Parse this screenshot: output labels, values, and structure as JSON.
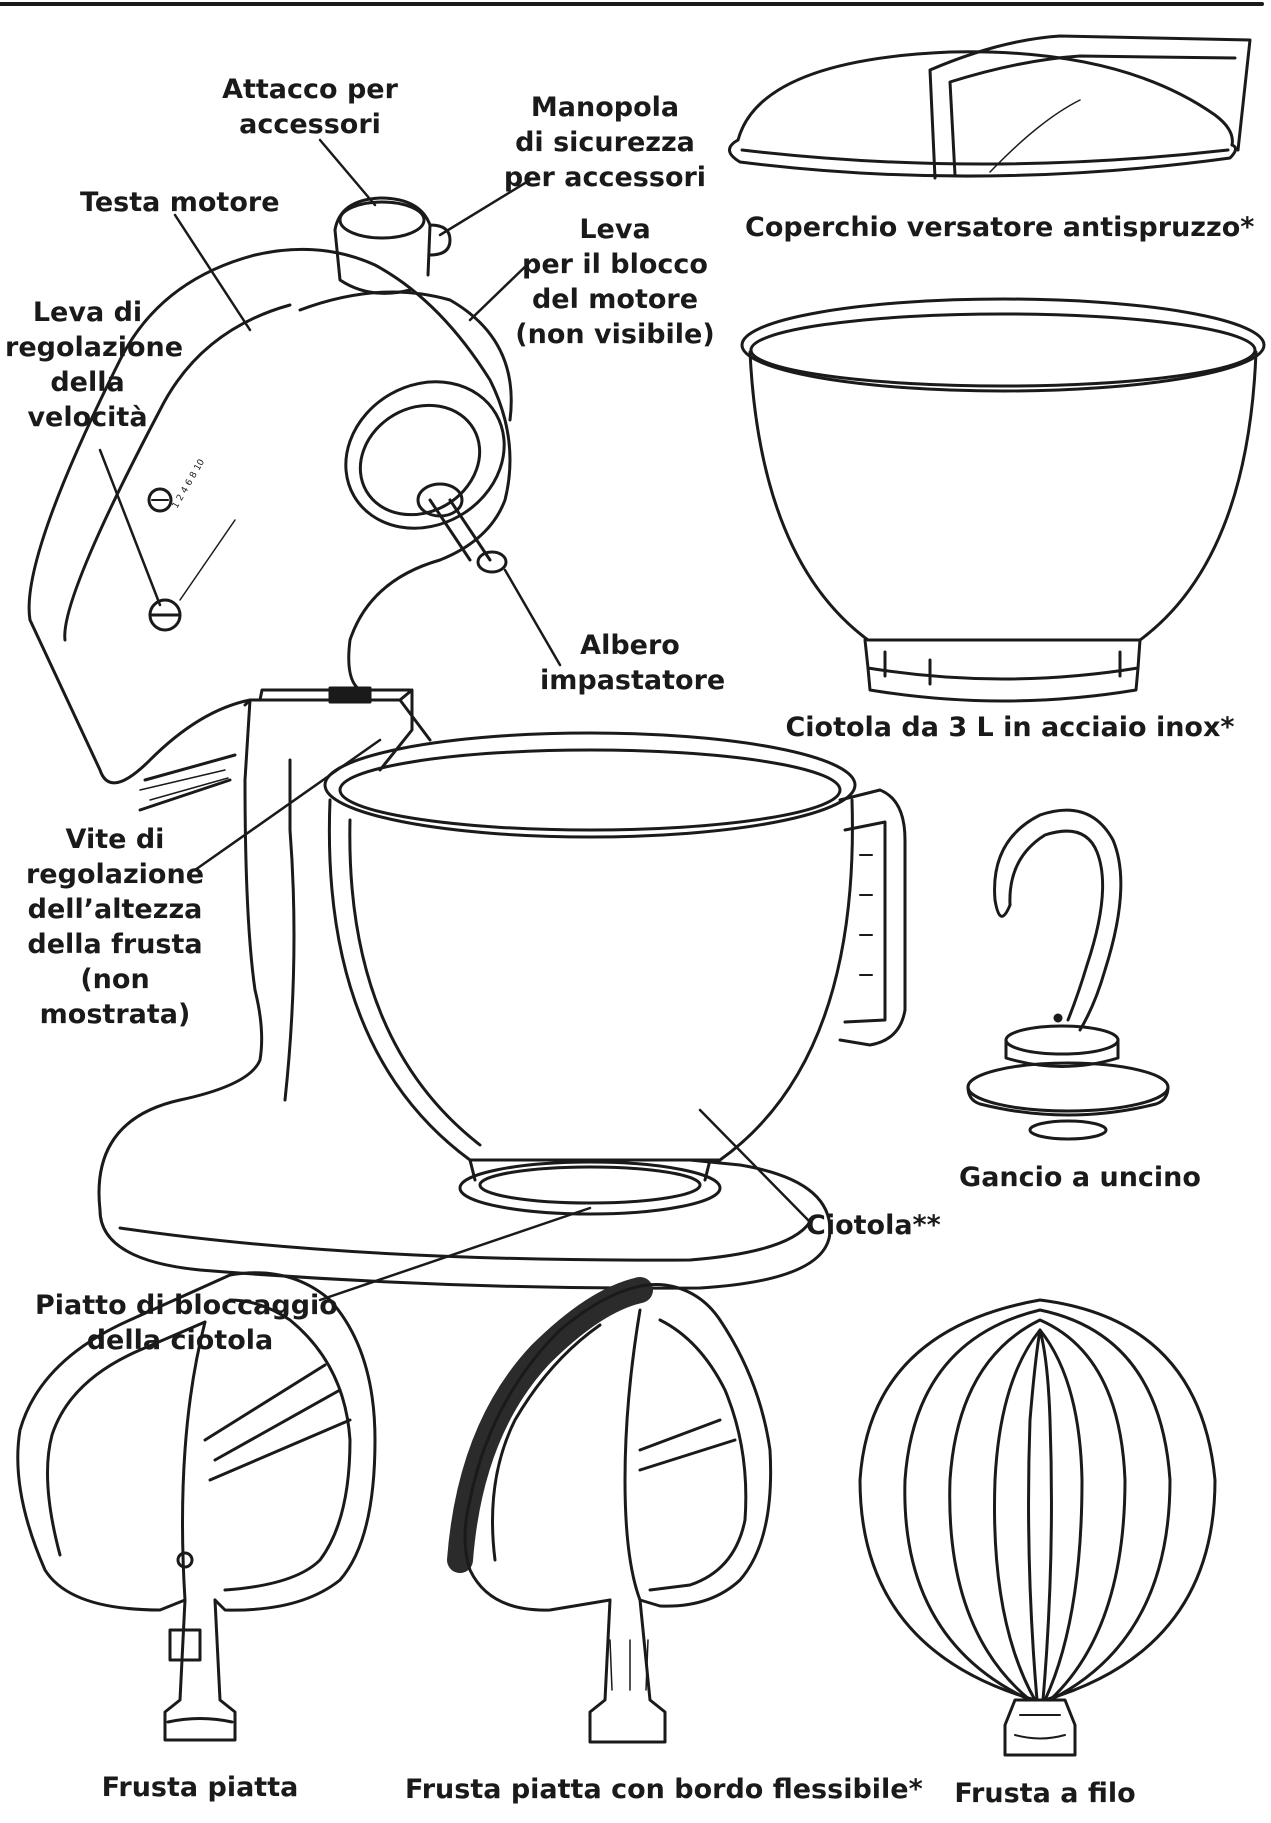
{
  "callouts": {
    "attachment_hub": [
      "Attacco per",
      "accessori"
    ],
    "hub_knob": [
      "Manopola",
      "di sicurezza",
      "per accessori"
    ],
    "motor_head": [
      "Testa motore"
    ],
    "lock_lever": [
      "Leva",
      "per il blocco",
      "del motore",
      "(non visibile)"
    ],
    "speed_lever": [
      "Leva di",
      "regolazione",
      "della",
      "velocità"
    ],
    "beater_shaft": [
      "Albero",
      "impastatore"
    ],
    "height_screw": [
      "Vite di",
      "regolazione",
      "dell’altezza",
      "della frusta",
      "(non",
      "mostrata)"
    ],
    "bowl": [
      "Ciotola**"
    ],
    "clamping_plate": [
      "Piatto di bloccaggio",
      "della ciotola"
    ]
  },
  "accessories": {
    "pouring_shield": "Coperchio versatore antispruzzo*",
    "steel_bowl": "Ciotola da 3 L in acciaio inox*",
    "dough_hook": "Gancio a uncino",
    "flat_beater": "Frusta piatta",
    "flex_beater": "Frusta piatta con bordo flessibile*",
    "wire_whip": "Frusta a filo"
  },
  "speed_scale": [
    "1",
    "2",
    "4",
    "6",
    "8",
    "10"
  ],
  "colors": {
    "line": "#1a1a1a",
    "fill": "#ffffff",
    "flex_edge": "#2b2b2b"
  }
}
